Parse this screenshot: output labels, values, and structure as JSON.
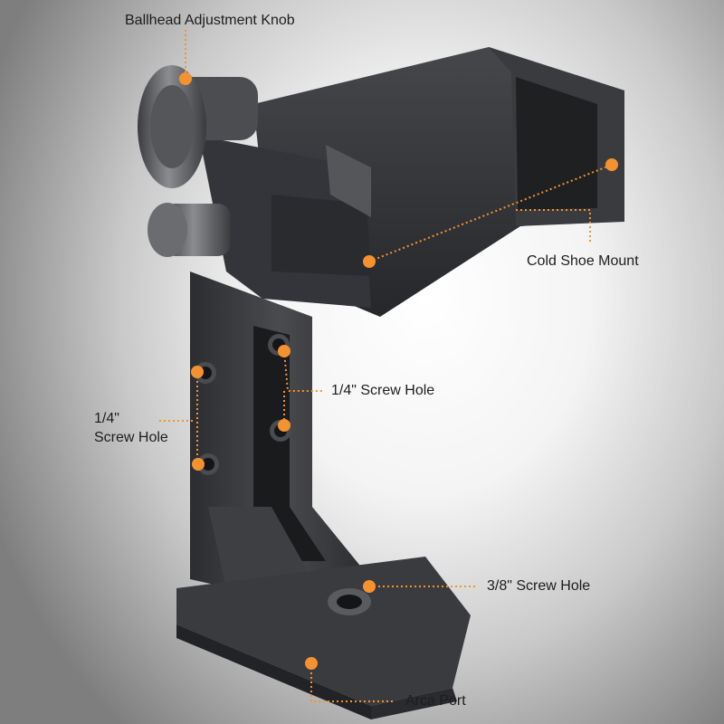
{
  "accent_color": "#f5922f",
  "callouts": {
    "ballhead_knob": "Ballhead Adjustment Knob",
    "cold_shoe": "Cold Shoe Mount",
    "quarter_hole_right": "1/4\" Screw Hole",
    "quarter_hole_left": "1/4\"\nScrew Hole",
    "three_eighth_hole": "3/8\" Screw Hole",
    "arca_port": "Arca Port"
  }
}
